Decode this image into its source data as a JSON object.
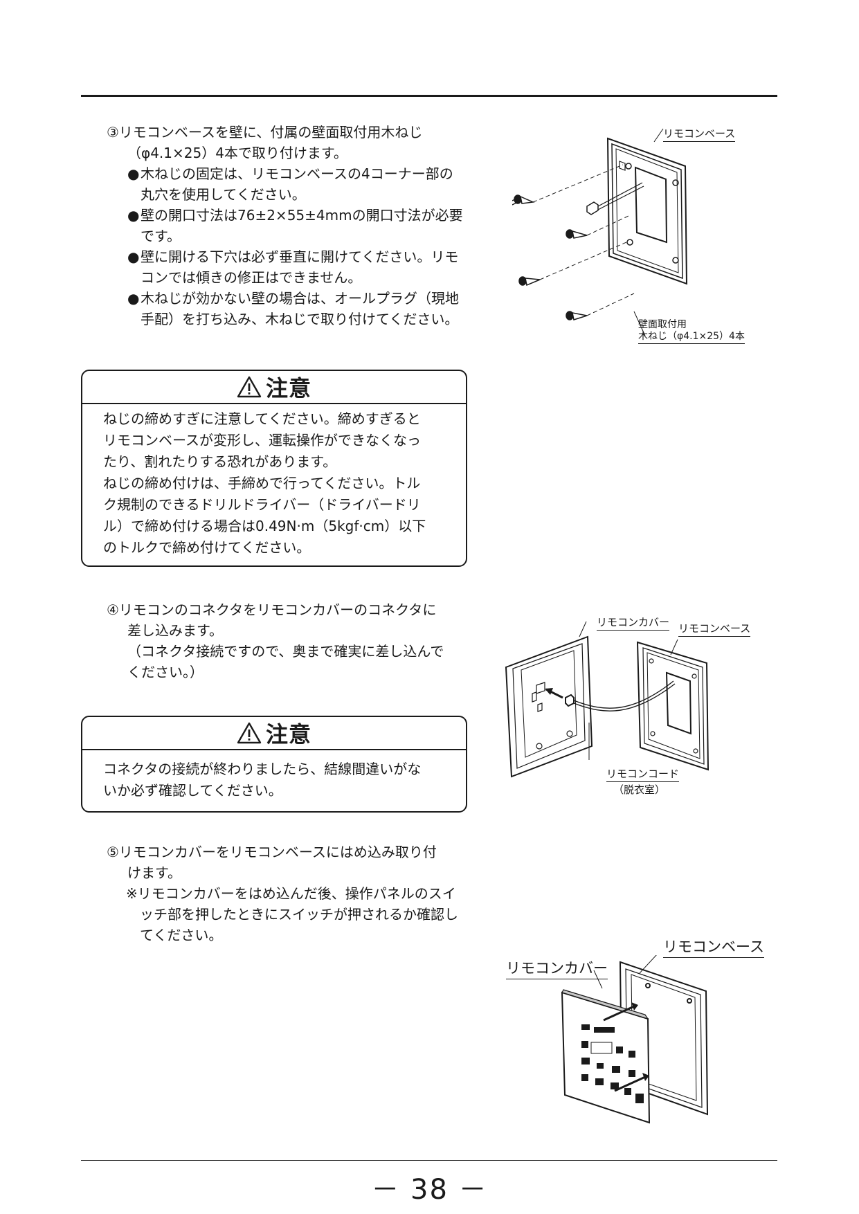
{
  "step3": {
    "line1": "③リモコンベースを壁に、付属の壁面取付用木ねじ",
    "line2": "（φ4.1×25）4本で取り付けます。",
    "bullets": [
      "木ねじの固定は、リモコンベースの4コーナー部の丸穴を使用してください。",
      "壁の開口寸法は76±2×55±4mmの開口寸法が必要です。",
      "壁に開ける下穴は必ず垂直に開けてください。リモコンでは傾きの修正はできません。",
      "木ねじが効かない壁の場合は、オールプラグ（現地手配）を打ち込み、木ねじで取り付けてください。"
    ],
    "bullet_symbol": "●"
  },
  "caution1": {
    "title": "注意",
    "lines": [
      "ねじの締めすぎに注意してください。締めすぎると",
      "リモコンベースが変形し、運転操作ができなくなっ",
      "たり、割れたりする恐れがあります。",
      "ねじの締め付けは、手締めで行ってください。トル",
      "ク規制のできるドリルドライバー（ドライバードリ",
      "ル）で締め付ける場合は0.49N·m（5kgf·cm）以下",
      "のトルクで締め付けてください。"
    ]
  },
  "figure1": {
    "label_base": "リモコンベース",
    "label_screw_1": "壁面取付用",
    "label_screw_2": "木ねじ（φ4.1×25）4本"
  },
  "step4": {
    "line1": "④リモコンのコネクタをリモコンカバーのコネクタに",
    "line2": "差し込みます。",
    "line3": "（コネクタ接続ですので、奥まで確実に差し込んで",
    "line4": "ください。）"
  },
  "figure2": {
    "label_cover": "リモコンカバー",
    "label_base": "リモコンベース",
    "label_cord": "リモコンコード",
    "label_room": "（脱衣室）"
  },
  "caution2": {
    "title": "注意",
    "lines": [
      "コネクタの接続が終わりましたら、結線間違いがな",
      "いか必ず確認してください。"
    ]
  },
  "step5": {
    "line1": "⑤リモコンカバーをリモコンベースにはめ込み取り付",
    "line2": "けます。",
    "note": "※リモコンカバーをはめ込んだ後、操作パネルのスイッチ部を押したときにスイッチが押されるか確認してください。"
  },
  "figure3": {
    "label_base": "リモコンベース",
    "label_cover": "リモコンカバー"
  },
  "footer": {
    "page_number": "－ 38 －"
  },
  "colors": {
    "ink": "#1a1a1a",
    "paper": "#ffffff",
    "shade": "#c8c8c8"
  }
}
